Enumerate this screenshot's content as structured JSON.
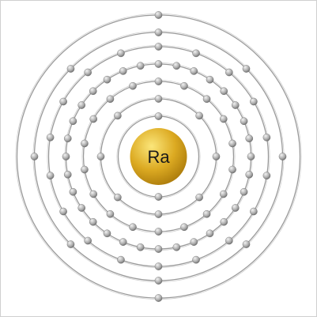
{
  "diagram": {
    "element_symbol": "Ra",
    "shell_electron_counts": [
      2,
      8,
      18,
      32,
      18,
      8,
      2
    ],
    "colors": {
      "nucleus_light": "#f6d64a",
      "nucleus_mid": "#dca922",
      "nucleus_dark": "#a8780a",
      "orbit": "#9a9a9a",
      "electron_light": "#e8e8e8",
      "electron_dark": "#6e6e6e"
    }
  }
}
